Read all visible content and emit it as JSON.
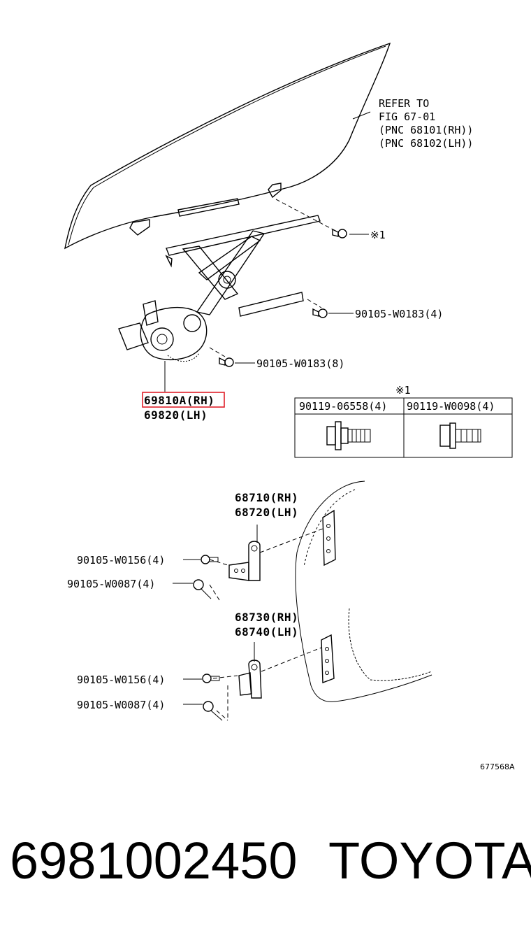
{
  "callouts": {
    "refer_line1": "REFER TO",
    "refer_line2": "FIG 67-01",
    "refer_line3": "(PNC 68101(RH))",
    "refer_line4": "(PNC 68102(LH))",
    "note_mark": "※1",
    "bolt_upper": "90105-W0183(4)",
    "bolt_lower": "90105-W0183(8)",
    "regulator_rh": "69810A(RH)",
    "regulator_lh": "69820(LH)",
    "hinge_upper_rh": "68710(RH)",
    "hinge_upper_lh": "68720(LH)",
    "hinge_lower_rh": "68730(RH)",
    "hinge_lower_lh": "68740(LH)",
    "hinge_bolt_1": "90105-W0156(4)",
    "hinge_bolt_2": "90105-W0087(4)",
    "hinge_bolt_3": "90105-W0156(4)",
    "hinge_bolt_4": "90105-W0087(4)"
  },
  "note_table": {
    "mark": "※1",
    "col1": "90119-06558(4)",
    "col2": "90119-W0098(4)"
  },
  "highlight_color": "#e0202a",
  "figure_ref": "677568A",
  "footer": {
    "part_number": "6981002450",
    "brand": "TOYOTA"
  }
}
